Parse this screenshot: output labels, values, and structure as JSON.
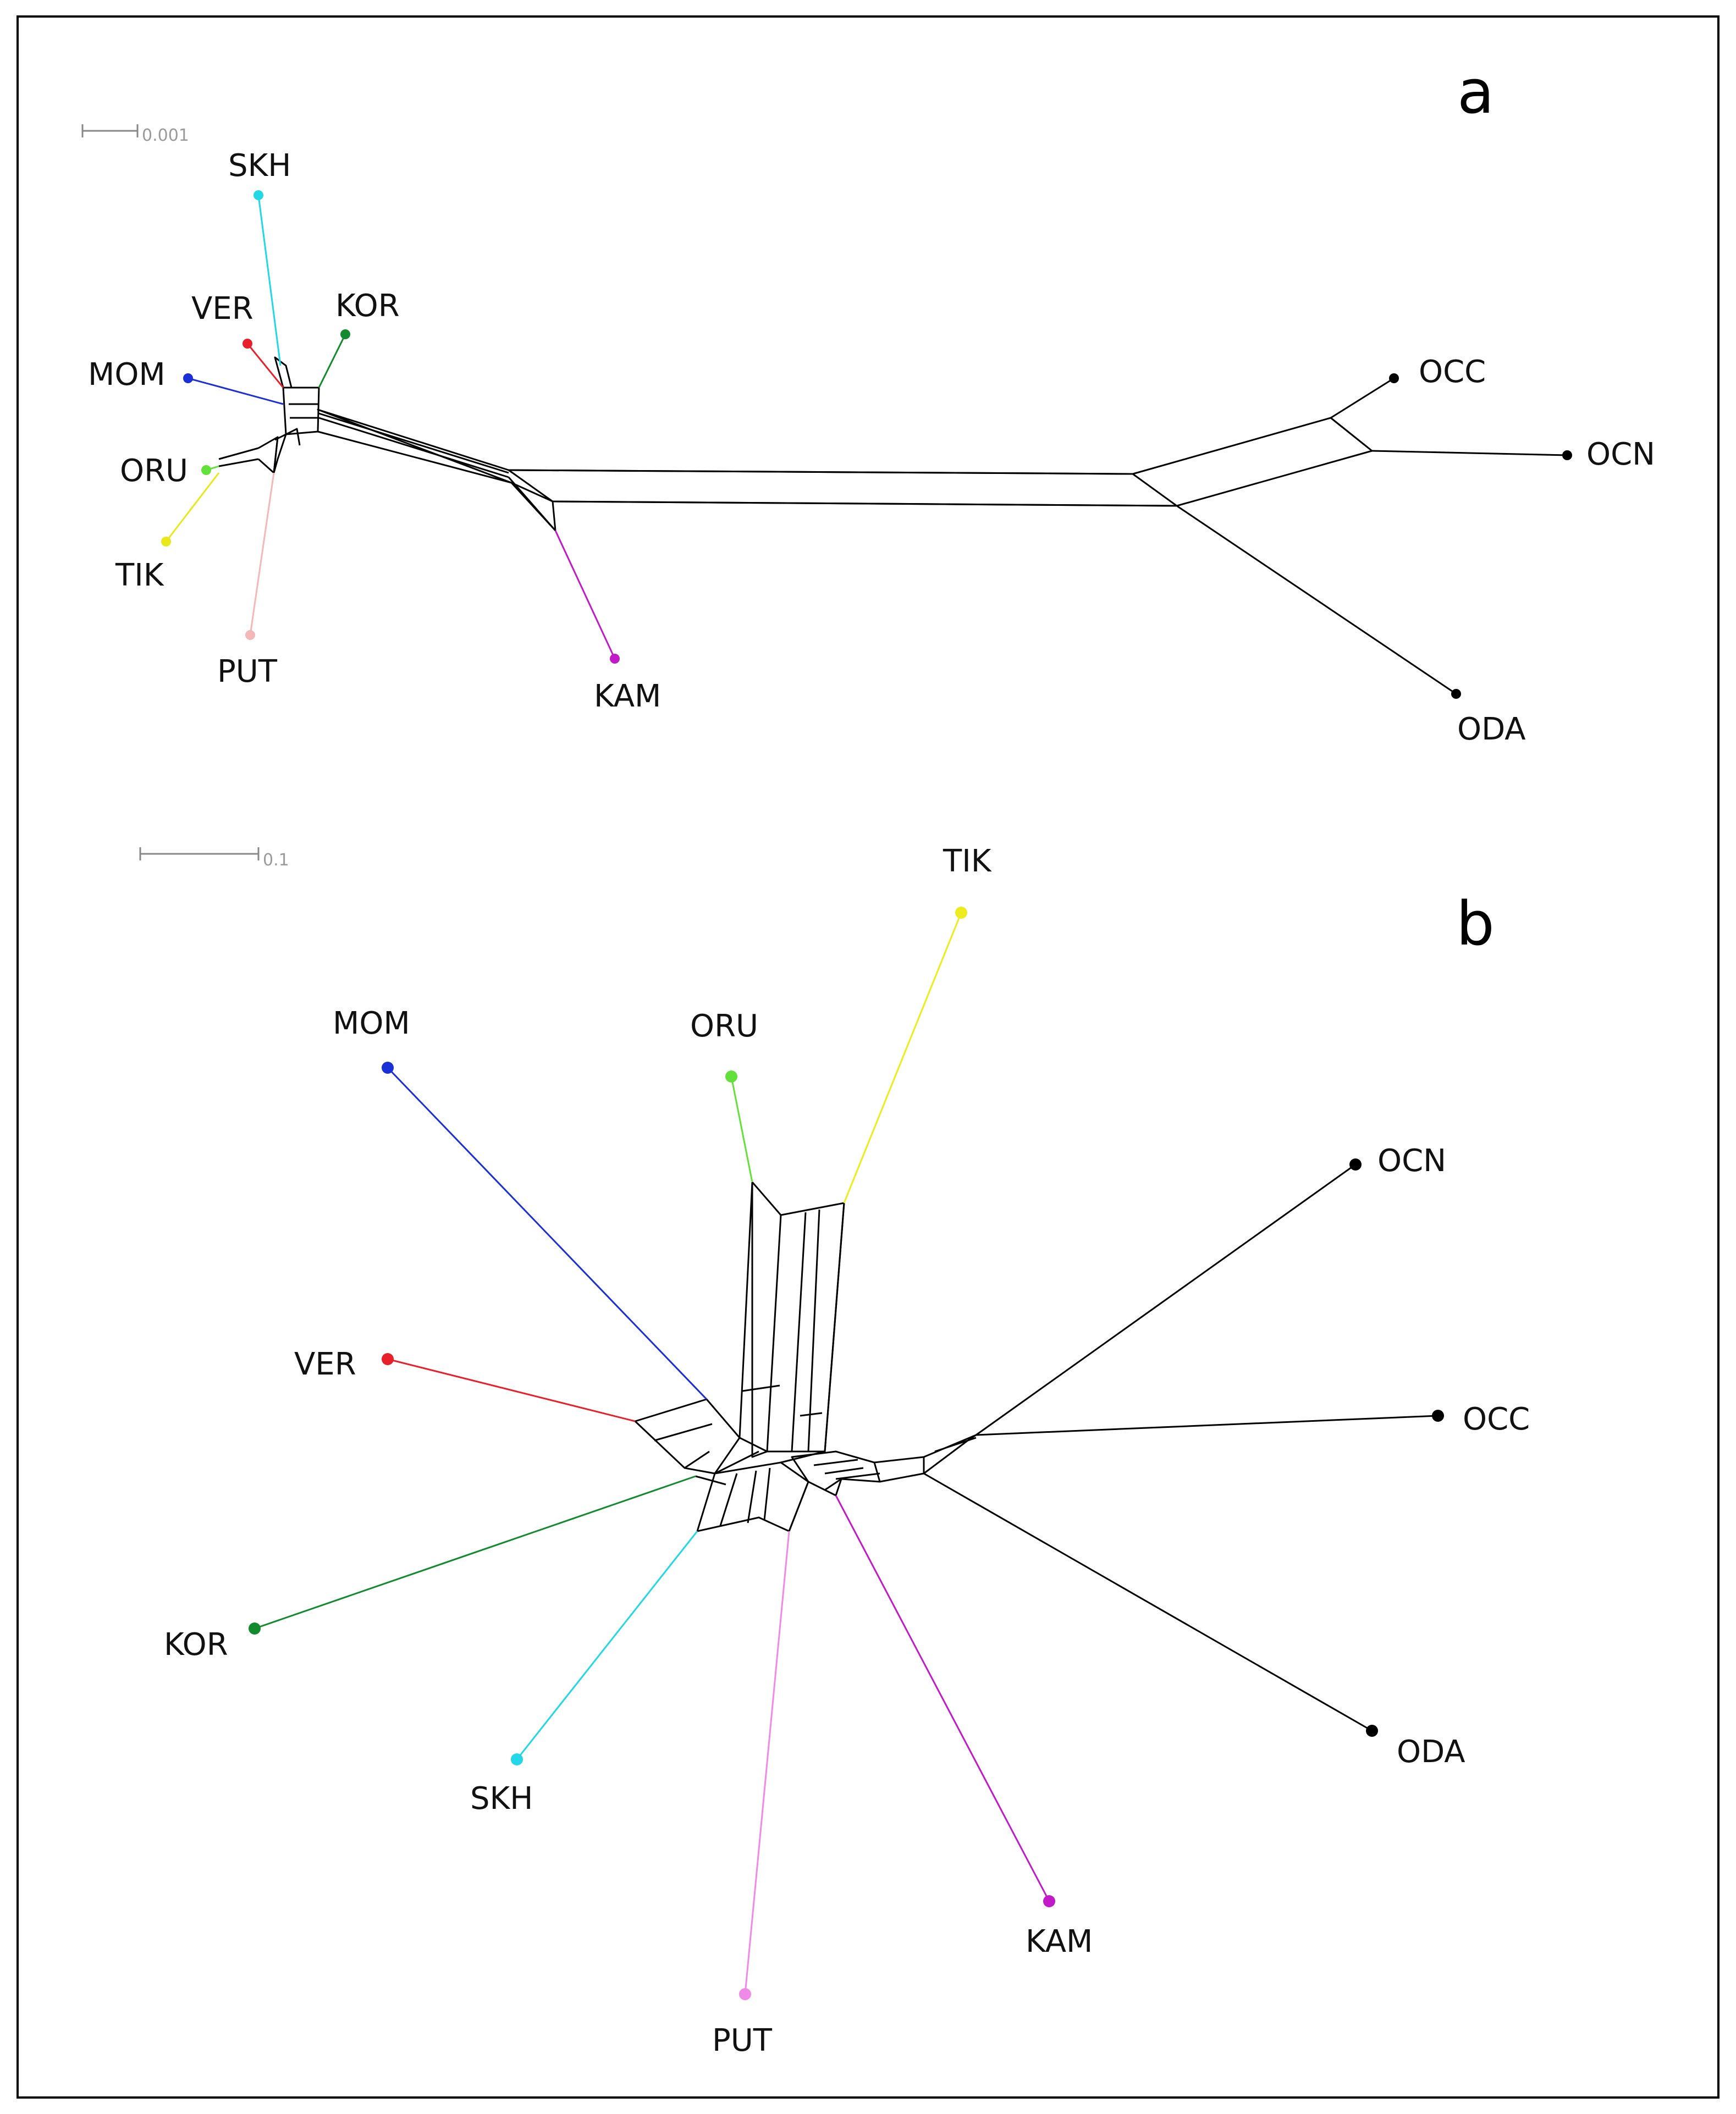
{
  "panels": [
    {
      "letter": "a",
      "scale_label": "0.001",
      "taxa": [
        {
          "label": "SKH",
          "color": "#22d8e6"
        },
        {
          "label": "VER",
          "color": "#e8202a"
        },
        {
          "label": "KOR",
          "color": "#138a2e"
        },
        {
          "label": "MOM",
          "color": "#1a2fd6"
        },
        {
          "label": "ORU",
          "color": "#63e03a"
        },
        {
          "label": "TIK",
          "color": "#e8e81a"
        },
        {
          "label": "PUT",
          "color": "#f4b8b8"
        },
        {
          "label": "KAM",
          "color": "#c21ac8"
        },
        {
          "label": "OCC",
          "color": "#000000"
        },
        {
          "label": "OCN",
          "color": "#000000"
        },
        {
          "label": "ODA",
          "color": "#000000"
        }
      ]
    },
    {
      "letter": "b",
      "scale_label": "0.1",
      "taxa": [
        {
          "label": "TIK",
          "color": "#eded1e"
        },
        {
          "label": "ORU",
          "color": "#63e03a"
        },
        {
          "label": "MOM",
          "color": "#1a2fd6"
        },
        {
          "label": "OCN",
          "color": "#000000"
        },
        {
          "label": "VER",
          "color": "#e8202a"
        },
        {
          "label": "OCC",
          "color": "#000000"
        },
        {
          "label": "KOR",
          "color": "#138a2e"
        },
        {
          "label": "ODA",
          "color": "#000000"
        },
        {
          "label": "SKH",
          "color": "#22d8e6"
        },
        {
          "label": "KAM",
          "color": "#c21ac8"
        },
        {
          "label": "PUT",
          "color": "#f08ae8"
        }
      ]
    }
  ]
}
